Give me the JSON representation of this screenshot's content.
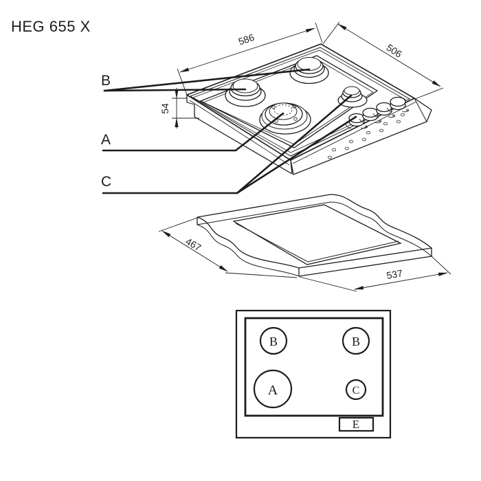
{
  "colors": {
    "ink": "#1c1c1c",
    "bg": "#ffffff"
  },
  "title": "HEG 655 X",
  "isometric": {
    "burner_labels": {
      "B": "B",
      "A": "A",
      "C": "C"
    },
    "dims": {
      "width": "586",
      "depth": "506",
      "height": "54"
    }
  },
  "cutout": {
    "dims": {
      "depth": "467",
      "width": "537"
    }
  },
  "schematic": {
    "burners": [
      {
        "label": "B",
        "position": "back-left"
      },
      {
        "label": "B",
        "position": "back-right"
      },
      {
        "label": "A",
        "position": "front-left"
      },
      {
        "label": "C",
        "position": "front-right"
      }
    ],
    "panel": "E"
  }
}
